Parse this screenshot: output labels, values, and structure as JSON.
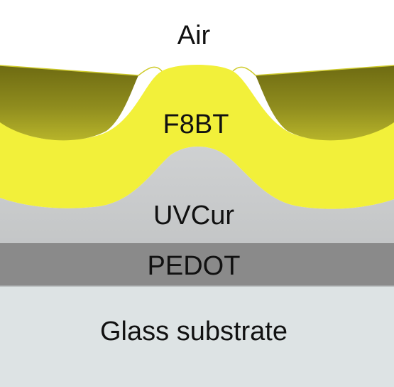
{
  "layers": {
    "air": "Air",
    "f8bt": "F8BT",
    "uvcur": "UVCur",
    "pedot": "PEDOT",
    "glass": "Glass substrate"
  },
  "colors": {
    "background": "#ffffff",
    "f8bt_bright": "#f2f03a",
    "f8bt_dark": "#7d7a18",
    "uvcur": "#c9cbcc",
    "pedot": "#8a8a8a",
    "glass": "#dde3e4",
    "text": "#111111"
  }
}
